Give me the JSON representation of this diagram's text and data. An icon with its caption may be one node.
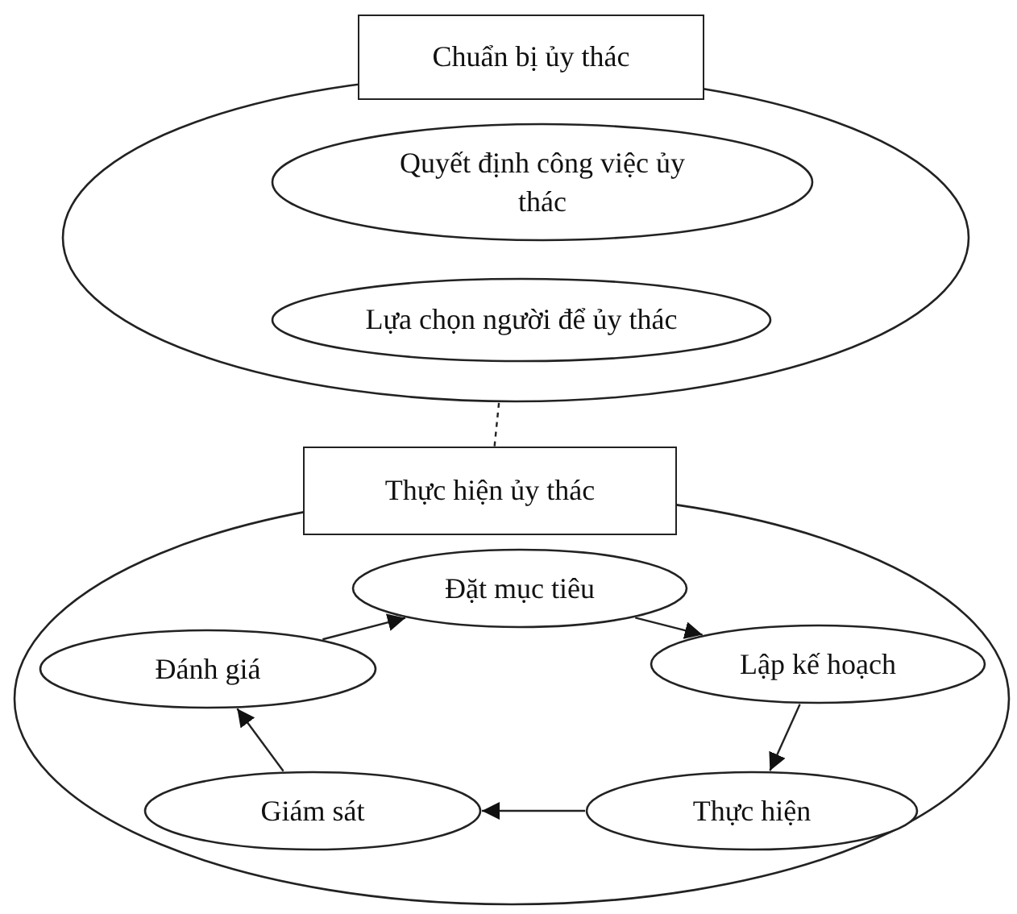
{
  "diagram": {
    "nodes": [
      {
        "text": [
          "Chuẩn bị ủy thác"
        ]
      },
      {
        "text": [],
        "shape": "ellipse"
      },
      {
        "text": [
          "Quyết định công việc ủy thác"
        ],
        "in": 1
      },
      {
        "text": [
          "Lựa chọn người để ủy thác"
        ],
        "in": 1
      },
      {
        "text": [
          "Thực hiện ủy thác"
        ]
      },
      {
        "text": [],
        "shape": "ellipse"
      },
      {
        "text": [
          "Đặt mục tiêu"
        ],
        "in": 5
      },
      {
        "text": [
          "Lập kế hoạch"
        ],
        "in": 5
      },
      {
        "text": [
          "Thực hiện"
        ],
        "in": 5
      },
      {
        "text": [
          "Giám sát"
        ],
        "in": 5
      },
      {
        "text": [
          "Đánh giá"
        ],
        "in": 5
      }
    ],
    "edges": [
      {
        "from": 1,
        "to": 4,
        "arrow": "none",
        "style": "dashed"
      },
      {
        "from": 6,
        "to": 7,
        "arrow": "to"
      },
      {
        "from": 7,
        "to": 8,
        "arrow": "to"
      },
      {
        "from": 8,
        "to": 9,
        "arrow": "to"
      },
      {
        "from": 9,
        "to": 10,
        "arrow": "to"
      },
      {
        "from": 10,
        "to": 6,
        "arrow": "to"
      }
    ]
  }
}
